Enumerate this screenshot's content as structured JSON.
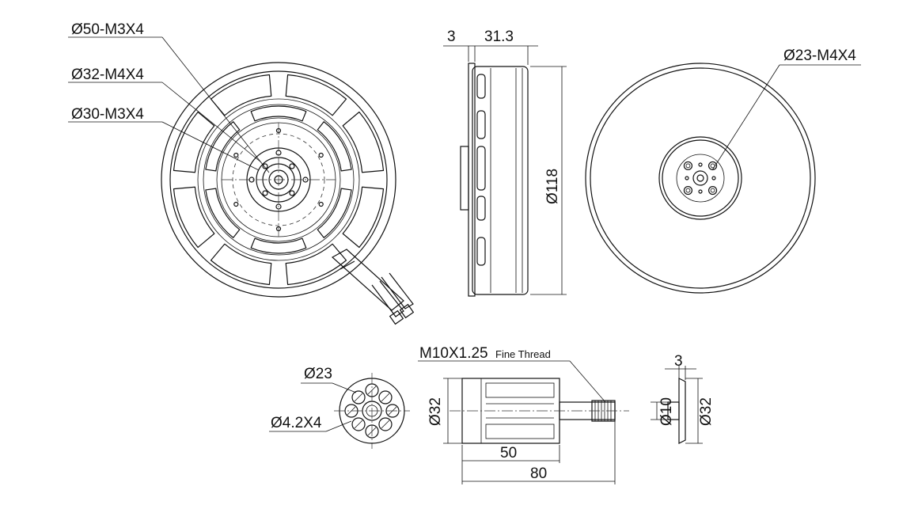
{
  "labels": {
    "front_bolt_50": "Ø50-M3X4",
    "front_bolt_32": "Ø32-M4X4",
    "front_bolt_30": "Ø30-M3X4",
    "side_flange": "3",
    "side_height": "31.3",
    "side_diameter": "Ø118",
    "back_bolt_23": "Ø23-M4X4",
    "adapter_pcd": "Ø23",
    "adapter_holes": "Ø4.2X4",
    "shaft_thread_main": "M10X1.25",
    "shaft_thread_sub": "Fine Thread",
    "prop_adapter_diameter": "Ø32",
    "prop_adapter_body_length": "50",
    "prop_adapter_total_length": "80",
    "washer_thickness": "3",
    "washer_inner": "Ø10",
    "washer_outer": "Ø32"
  }
}
